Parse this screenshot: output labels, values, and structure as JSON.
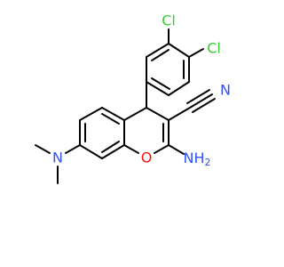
{
  "molecule": {
    "atoms": {
      "cl_top": "Cl",
      "cl_right": "Cl",
      "nitrile_n": "N",
      "ring_o": "O",
      "amine": "NH",
      "amine_h_count": "2",
      "dimethylamino_n": "N"
    },
    "colors": {
      "bond": "#000000",
      "chlorine": "#33cc33",
      "nitrogen": "#3050f8",
      "oxygen": "#ff0d0d"
    }
  }
}
